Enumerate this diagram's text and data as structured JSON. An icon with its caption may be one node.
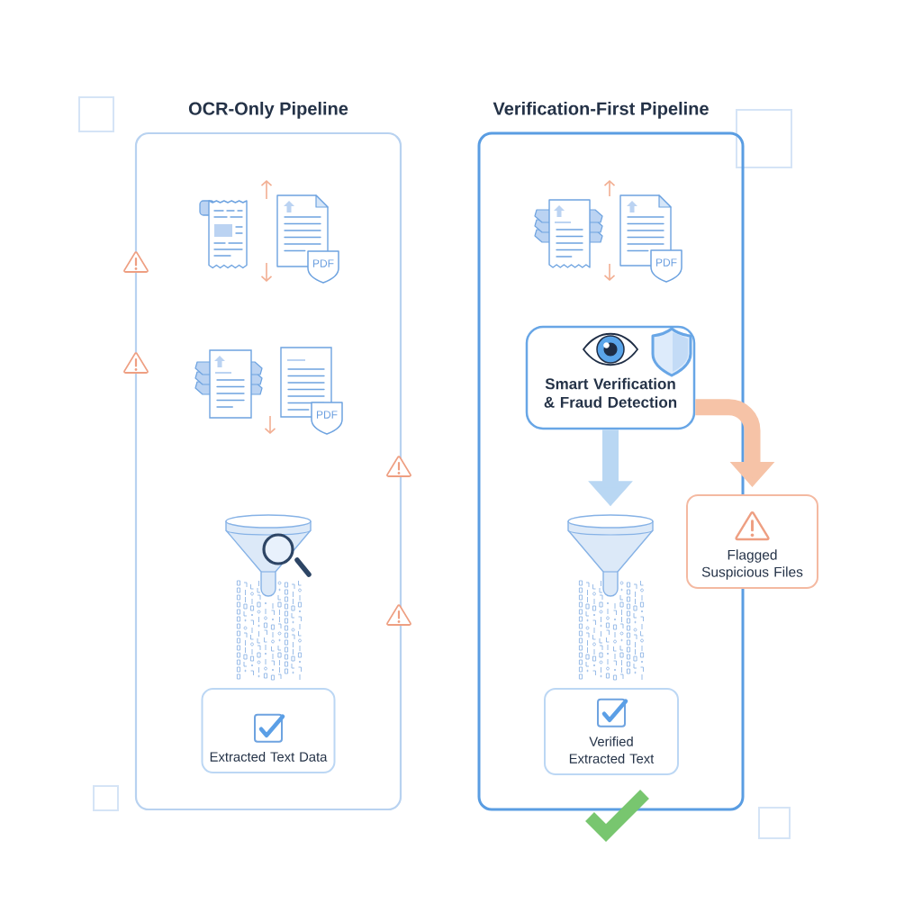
{
  "diagram": {
    "nodes": [
      {
        "text": [
          "OCR-Only Pipeline"
        ]
      },
      {
        "text": [],
        "shape": "picture",
        "in": 0
      },
      {
        "text": [
          "Extracted Text Data"
        ],
        "in": 0
      },
      {
        "text": [
          "Verification-First Pipeline"
        ]
      },
      {
        "text": [
          "Smart Verification & Fraud Detection"
        ],
        "in": 3
      },
      {
        "text": [],
        "shape": "picture",
        "in": 3
      },
      {
        "text": [
          "Flagged Suspicious Files"
        ]
      },
      {
        "text": [
          "Verified Extracted Text"
        ],
        "in": 3
      }
    ],
    "edges": [
      {
        "from": 4,
        "to": 5,
        "arrow": "to",
        "color": "#b9d7f3"
      },
      {
        "from": 4,
        "to": 6,
        "arrow": "to",
        "color": "#f6c3a7"
      }
    ],
    "labels": [
      "PDF",
      "PDF",
      "PDF"
    ]
  }
}
